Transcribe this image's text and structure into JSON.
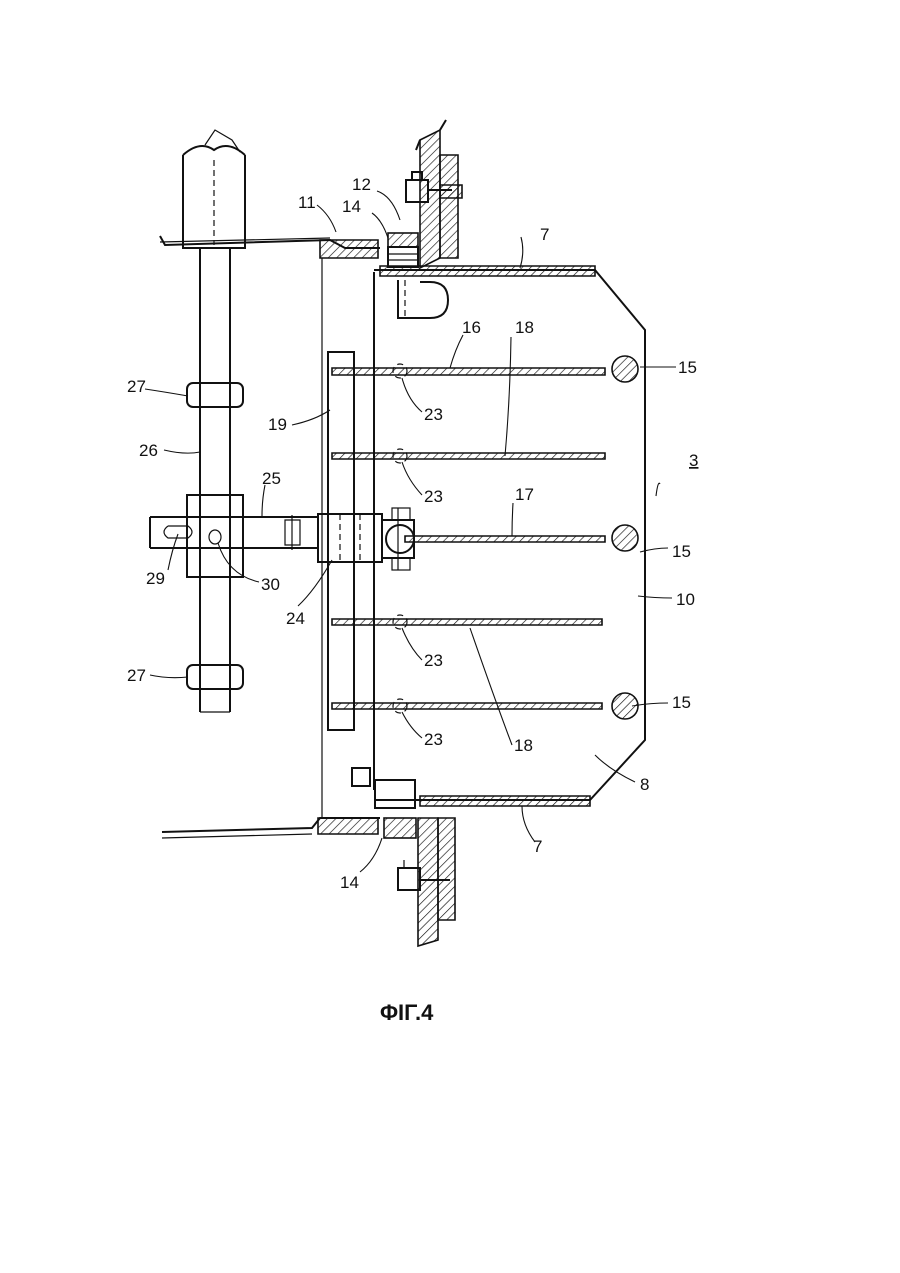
{
  "figure": {
    "caption": "ΦΙΓ.4",
    "labels": {
      "l3": "3",
      "l7a": "7",
      "l7b": "7",
      "l8": "8",
      "l10": "10",
      "l11": "11",
      "l12": "12",
      "l14a": "14",
      "l14b": "14",
      "l15a": "15",
      "l15b": "15",
      "l15c": "15",
      "l16": "16",
      "l17": "17",
      "l18a": "18",
      "l18b": "18",
      "l19": "19",
      "l23a": "23",
      "l23b": "23",
      "l23c": "23",
      "l23d": "23",
      "l24": "24",
      "l25": "25",
      "l26": "26",
      "l27a": "27",
      "l27b": "27",
      "l29": "29",
      "l30": "30"
    }
  }
}
